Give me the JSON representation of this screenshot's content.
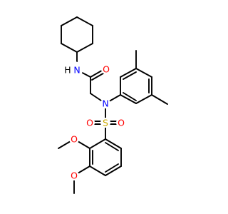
{
  "molecule": {
    "atom_labels": {
      "nh": "H",
      "n_amide": "N",
      "o_carbonyl": "O",
      "n_sulfonamide": "N",
      "s_sulfonyl": "S",
      "o_sulfonyl_left": "O",
      "o_sulfonyl_right": "O",
      "o_methoxy_3": "O",
      "o_methoxy_4": "O"
    },
    "colors": {
      "bond": "#000000",
      "nitrogen": "#0000ff",
      "oxygen": "#ff0000",
      "sulfur": "#ccaa00",
      "hydrogen": "#000000"
    }
  }
}
